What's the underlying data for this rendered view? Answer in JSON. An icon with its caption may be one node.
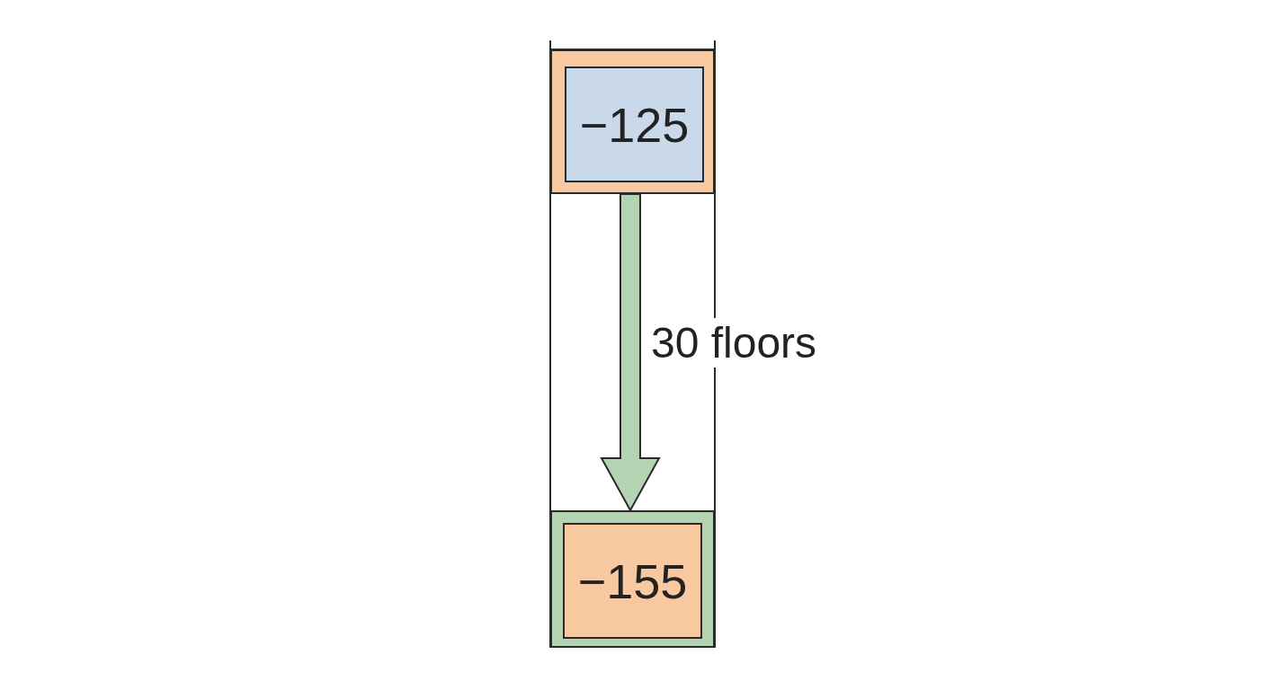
{
  "diagram": {
    "nodes": [
      {
        "text": [
          "−125"
        ]
      },
      {
        "text": [
          "−155"
        ]
      }
    ],
    "edges": [
      {
        "from": 0,
        "to": 1,
        "arrow": "to",
        "label": "30 floors"
      }
    ]
  }
}
